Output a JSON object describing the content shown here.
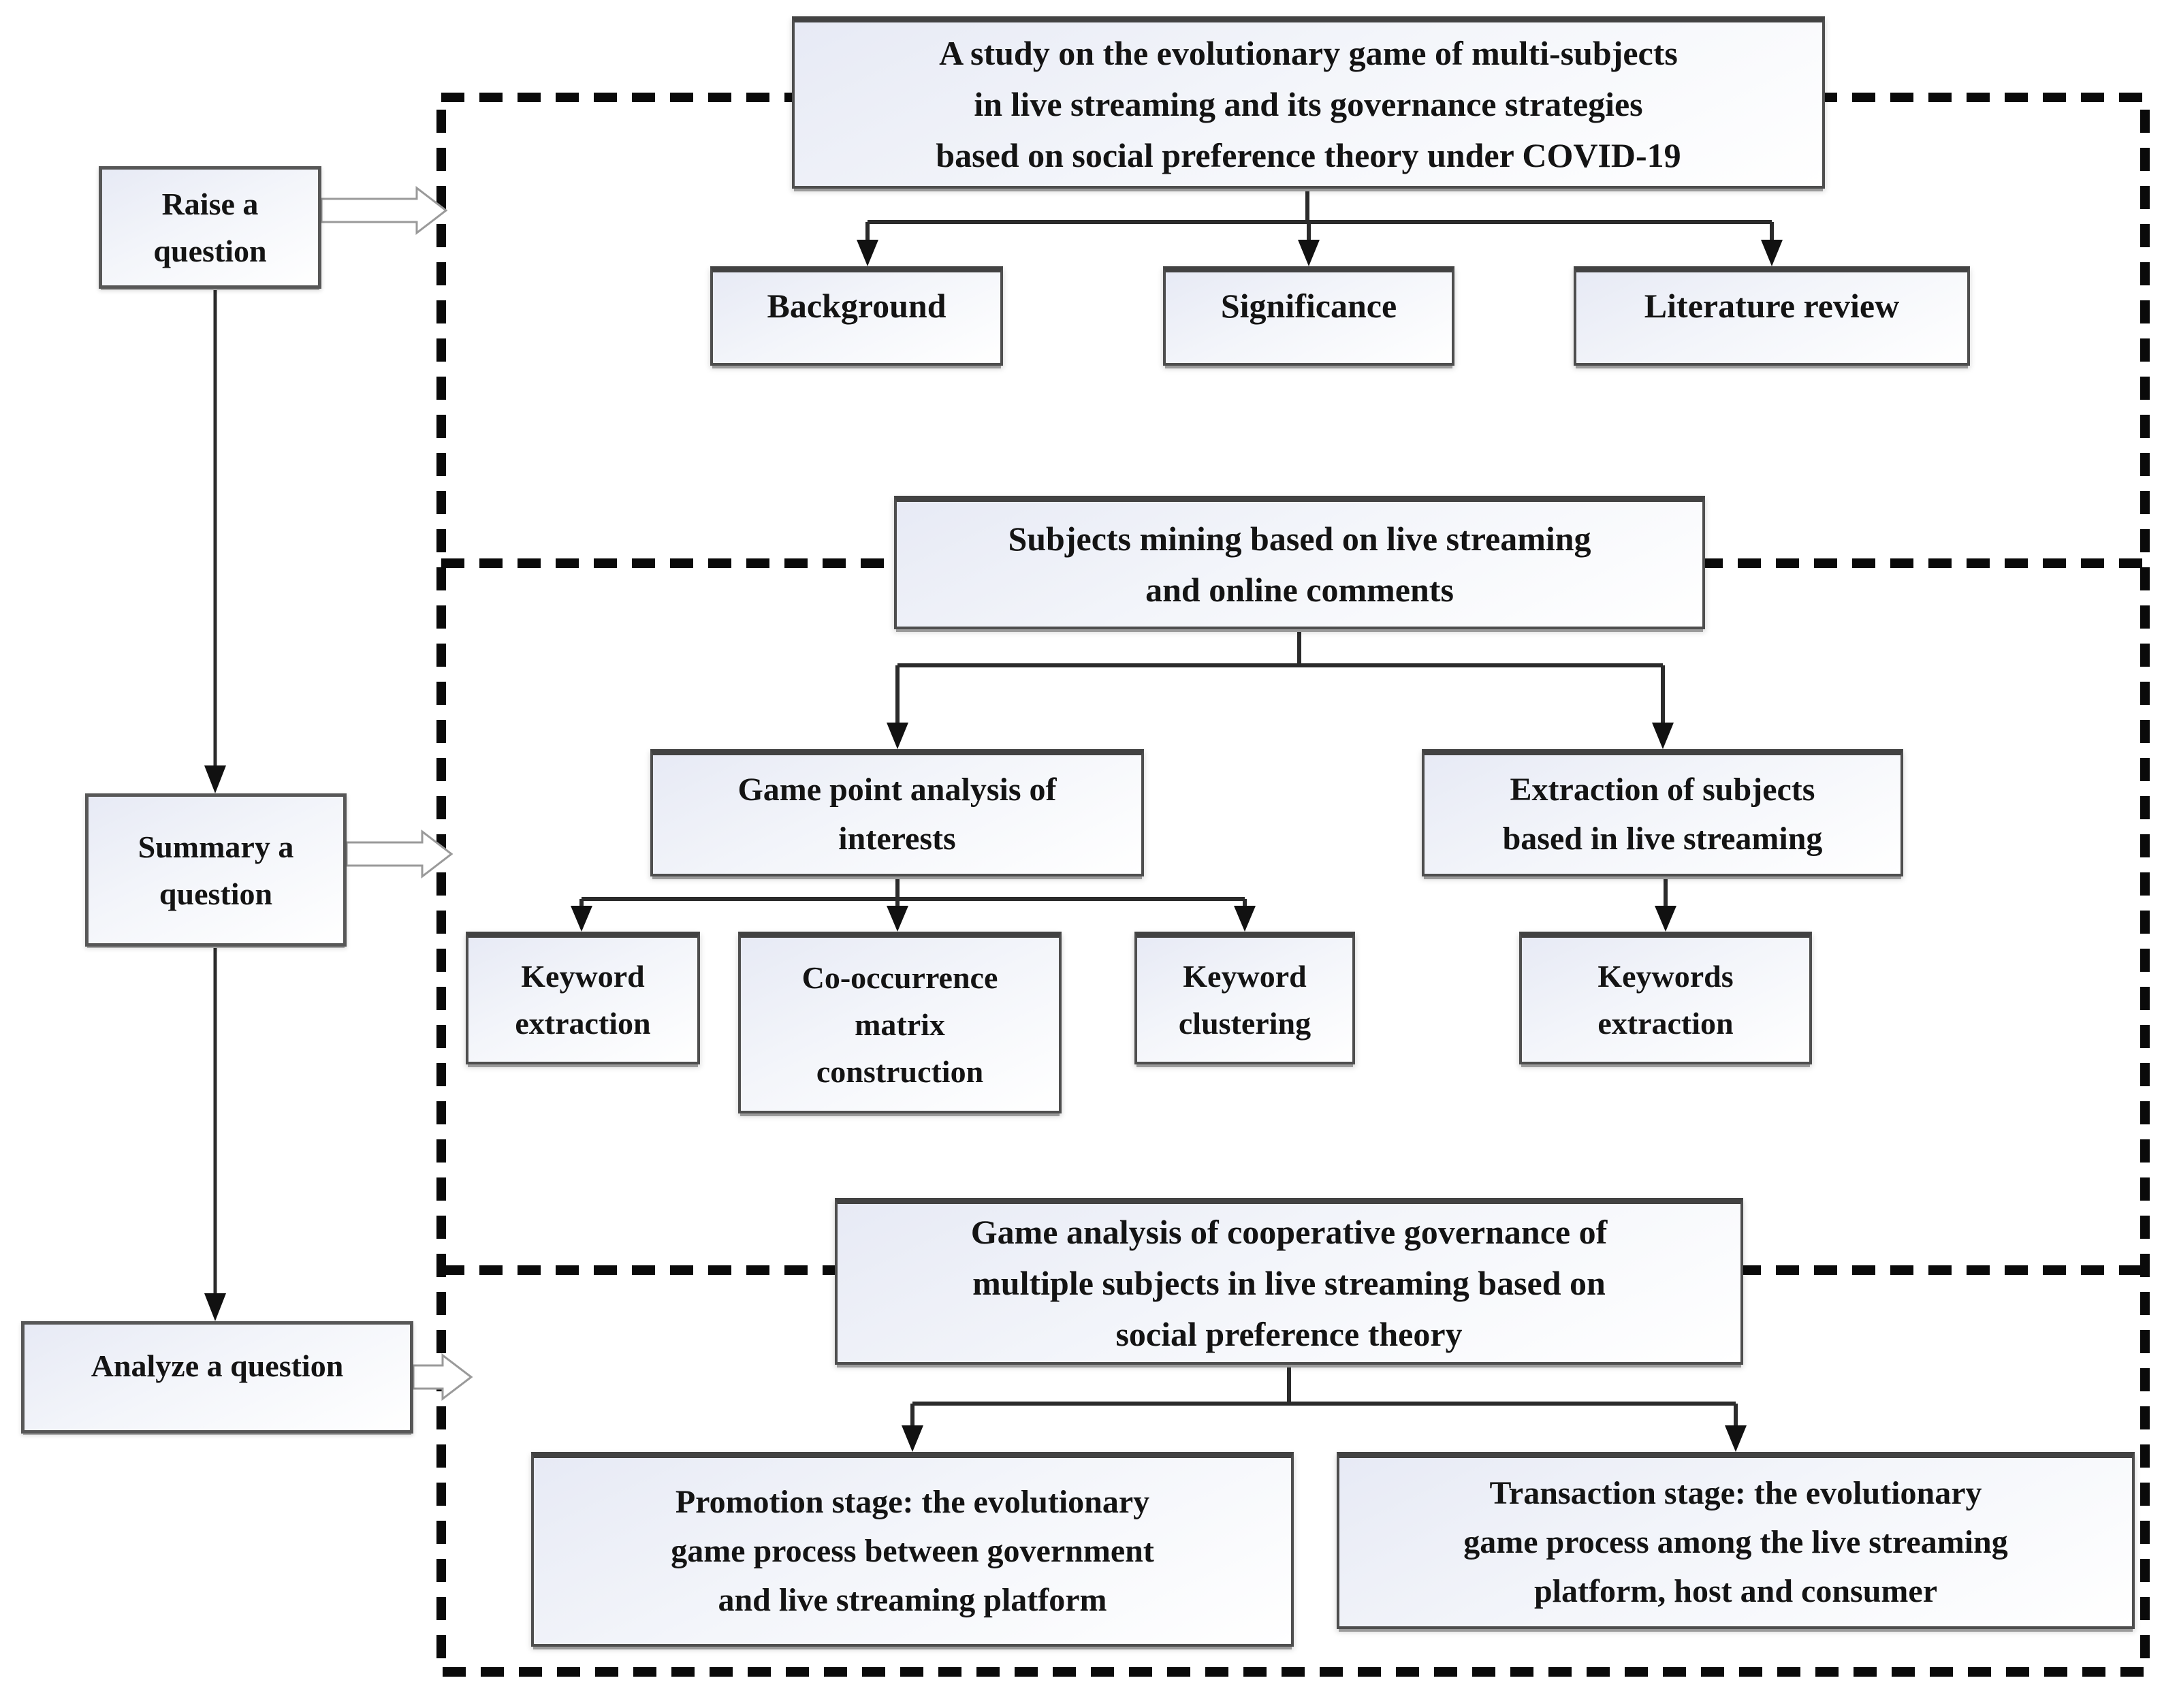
{
  "diagram": {
    "kind": "research-framework-flowchart",
    "colors": {
      "background": "#ffffff",
      "box_border": "#4e4e4e",
      "box_fill_top": "#e7eaf5",
      "box_fill_bottom": "#ffffff",
      "dashed_frame": "#0a0a0a",
      "connector": "#2b2b2b",
      "text": "#141414"
    },
    "left_column": {
      "raise": {
        "label": "Raise a question",
        "lines": [
          "Raise a",
          "question"
        ]
      },
      "summary": {
        "label": "Summary a question",
        "lines": [
          "Summary a",
          "question"
        ]
      },
      "analyze": {
        "label": "Analyze a question",
        "lines": [
          "Analyze a question"
        ]
      }
    },
    "top_section": {
      "title": {
        "label": "A study on the evolutionary game of multi-subjects in live streaming and its governance strategies based on social preference theory under COVID-19",
        "lines": [
          "A study on the evolutionary game of multi-subjects",
          "in live streaming and its governance strategies",
          "based on social preference theory under COVID-19"
        ]
      },
      "background": {
        "label": "Background"
      },
      "significance": {
        "label": "Significance"
      },
      "literature": {
        "label": "Literature review"
      }
    },
    "middle_section": {
      "title": {
        "label": "Subjects mining based on live streaming and online comments",
        "lines": [
          "Subjects mining based on live streaming",
          "and online comments"
        ]
      },
      "game_point": {
        "label": "Game point analysis of interests",
        "lines": [
          "Game point analysis of",
          "interests"
        ]
      },
      "extraction": {
        "label": "Extraction of subjects based in live streaming",
        "lines": [
          "Extraction of subjects",
          "based in live streaming"
        ]
      },
      "keyword_extraction": {
        "label": "Keyword extraction",
        "lines": [
          "Keyword",
          "extraction"
        ]
      },
      "co_occurrence": {
        "label": "Co-occurrence matrix construction",
        "lines": [
          "Co-occurrence",
          "matrix",
          "construction"
        ]
      },
      "keyword_clustering": {
        "label": "Keyword clustering",
        "lines": [
          "Keyword",
          "clustering"
        ]
      },
      "keywords_extraction": {
        "label": "Keywords extraction",
        "lines": [
          "Keywords",
          "extraction"
        ]
      }
    },
    "bottom_section": {
      "title": {
        "label": "Game analysis of cooperative governance of multiple subjects in live streaming based on social preference theory",
        "lines": [
          "Game analysis of cooperative governance of",
          "multiple subjects in live streaming based on",
          "social preference theory"
        ]
      },
      "promotion": {
        "label": "Promotion stage: the evolutionary game process between government and live streaming platform",
        "lines": [
          "Promotion stage: the evolutionary",
          "game process between government",
          "and live streaming platform"
        ]
      },
      "transaction": {
        "label": "Transaction stage: the evolutionary game process among the live streaming platform, host and consumer",
        "lines": [
          "Transaction stage: the evolutionary",
          "game process among the live streaming",
          "platform, host and consumer"
        ]
      }
    }
  }
}
